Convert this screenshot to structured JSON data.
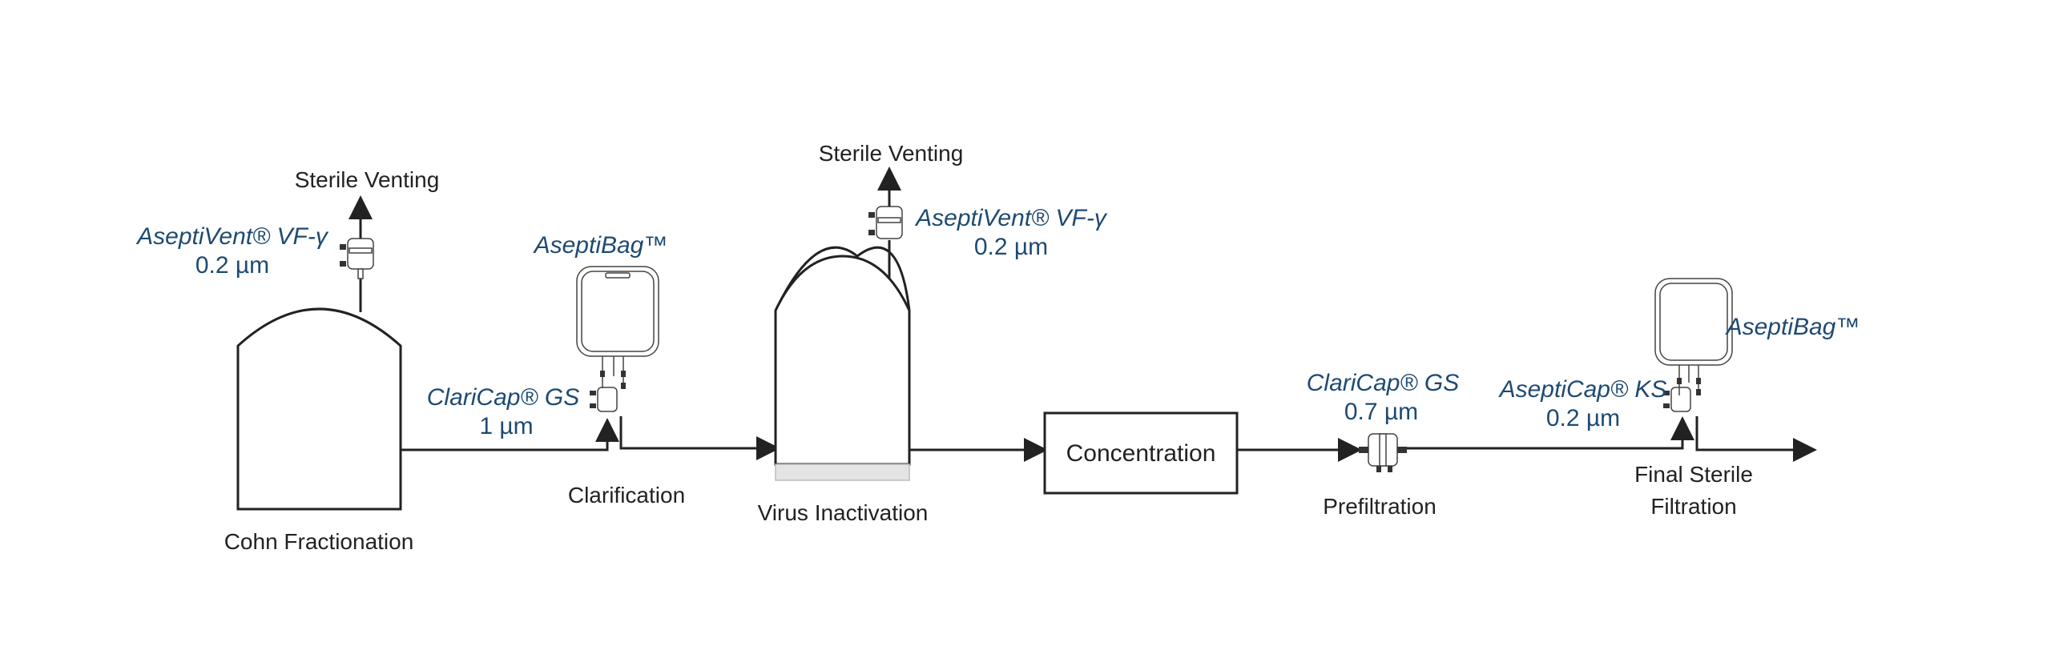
{
  "colors": {
    "line": "#222222",
    "product_text": "#1e4a72",
    "label_text": "#222222",
    "jacket": "#e4e4e4"
  },
  "steps": {
    "cohn": "Cohn Fractionation",
    "clarification": "Clarification",
    "virus_inactivation": "Virus Inactivation",
    "concentration": "Concentration",
    "prefiltration": "Prefiltration",
    "final_line1": "Final Sterile",
    "final_line2": "Filtration"
  },
  "venting": {
    "left": "Sterile Venting",
    "right": "Sterile Venting"
  },
  "products": {
    "vent_left_name": "AseptiVent® VF-γ",
    "vent_left_spec": "0.2 µm",
    "bag_left_name": "AseptiBag™",
    "claricap_left_name": "ClariCap® GS",
    "claricap_left_spec": "1 µm",
    "vent_right_name": "AseptiVent® VF-γ",
    "vent_right_spec": "0.2 µm",
    "claricap_right_name": "ClariCap® GS",
    "claricap_right_spec": "0.7 µm",
    "asepticap_name": "AseptiCap® KS",
    "asepticap_spec": "0.2 µm",
    "bag_right_name": "AseptiBag™"
  },
  "icons": [
    "vent-filter-icon",
    "bag-icon",
    "capsule-filter-icon",
    "arrow-icon"
  ]
}
